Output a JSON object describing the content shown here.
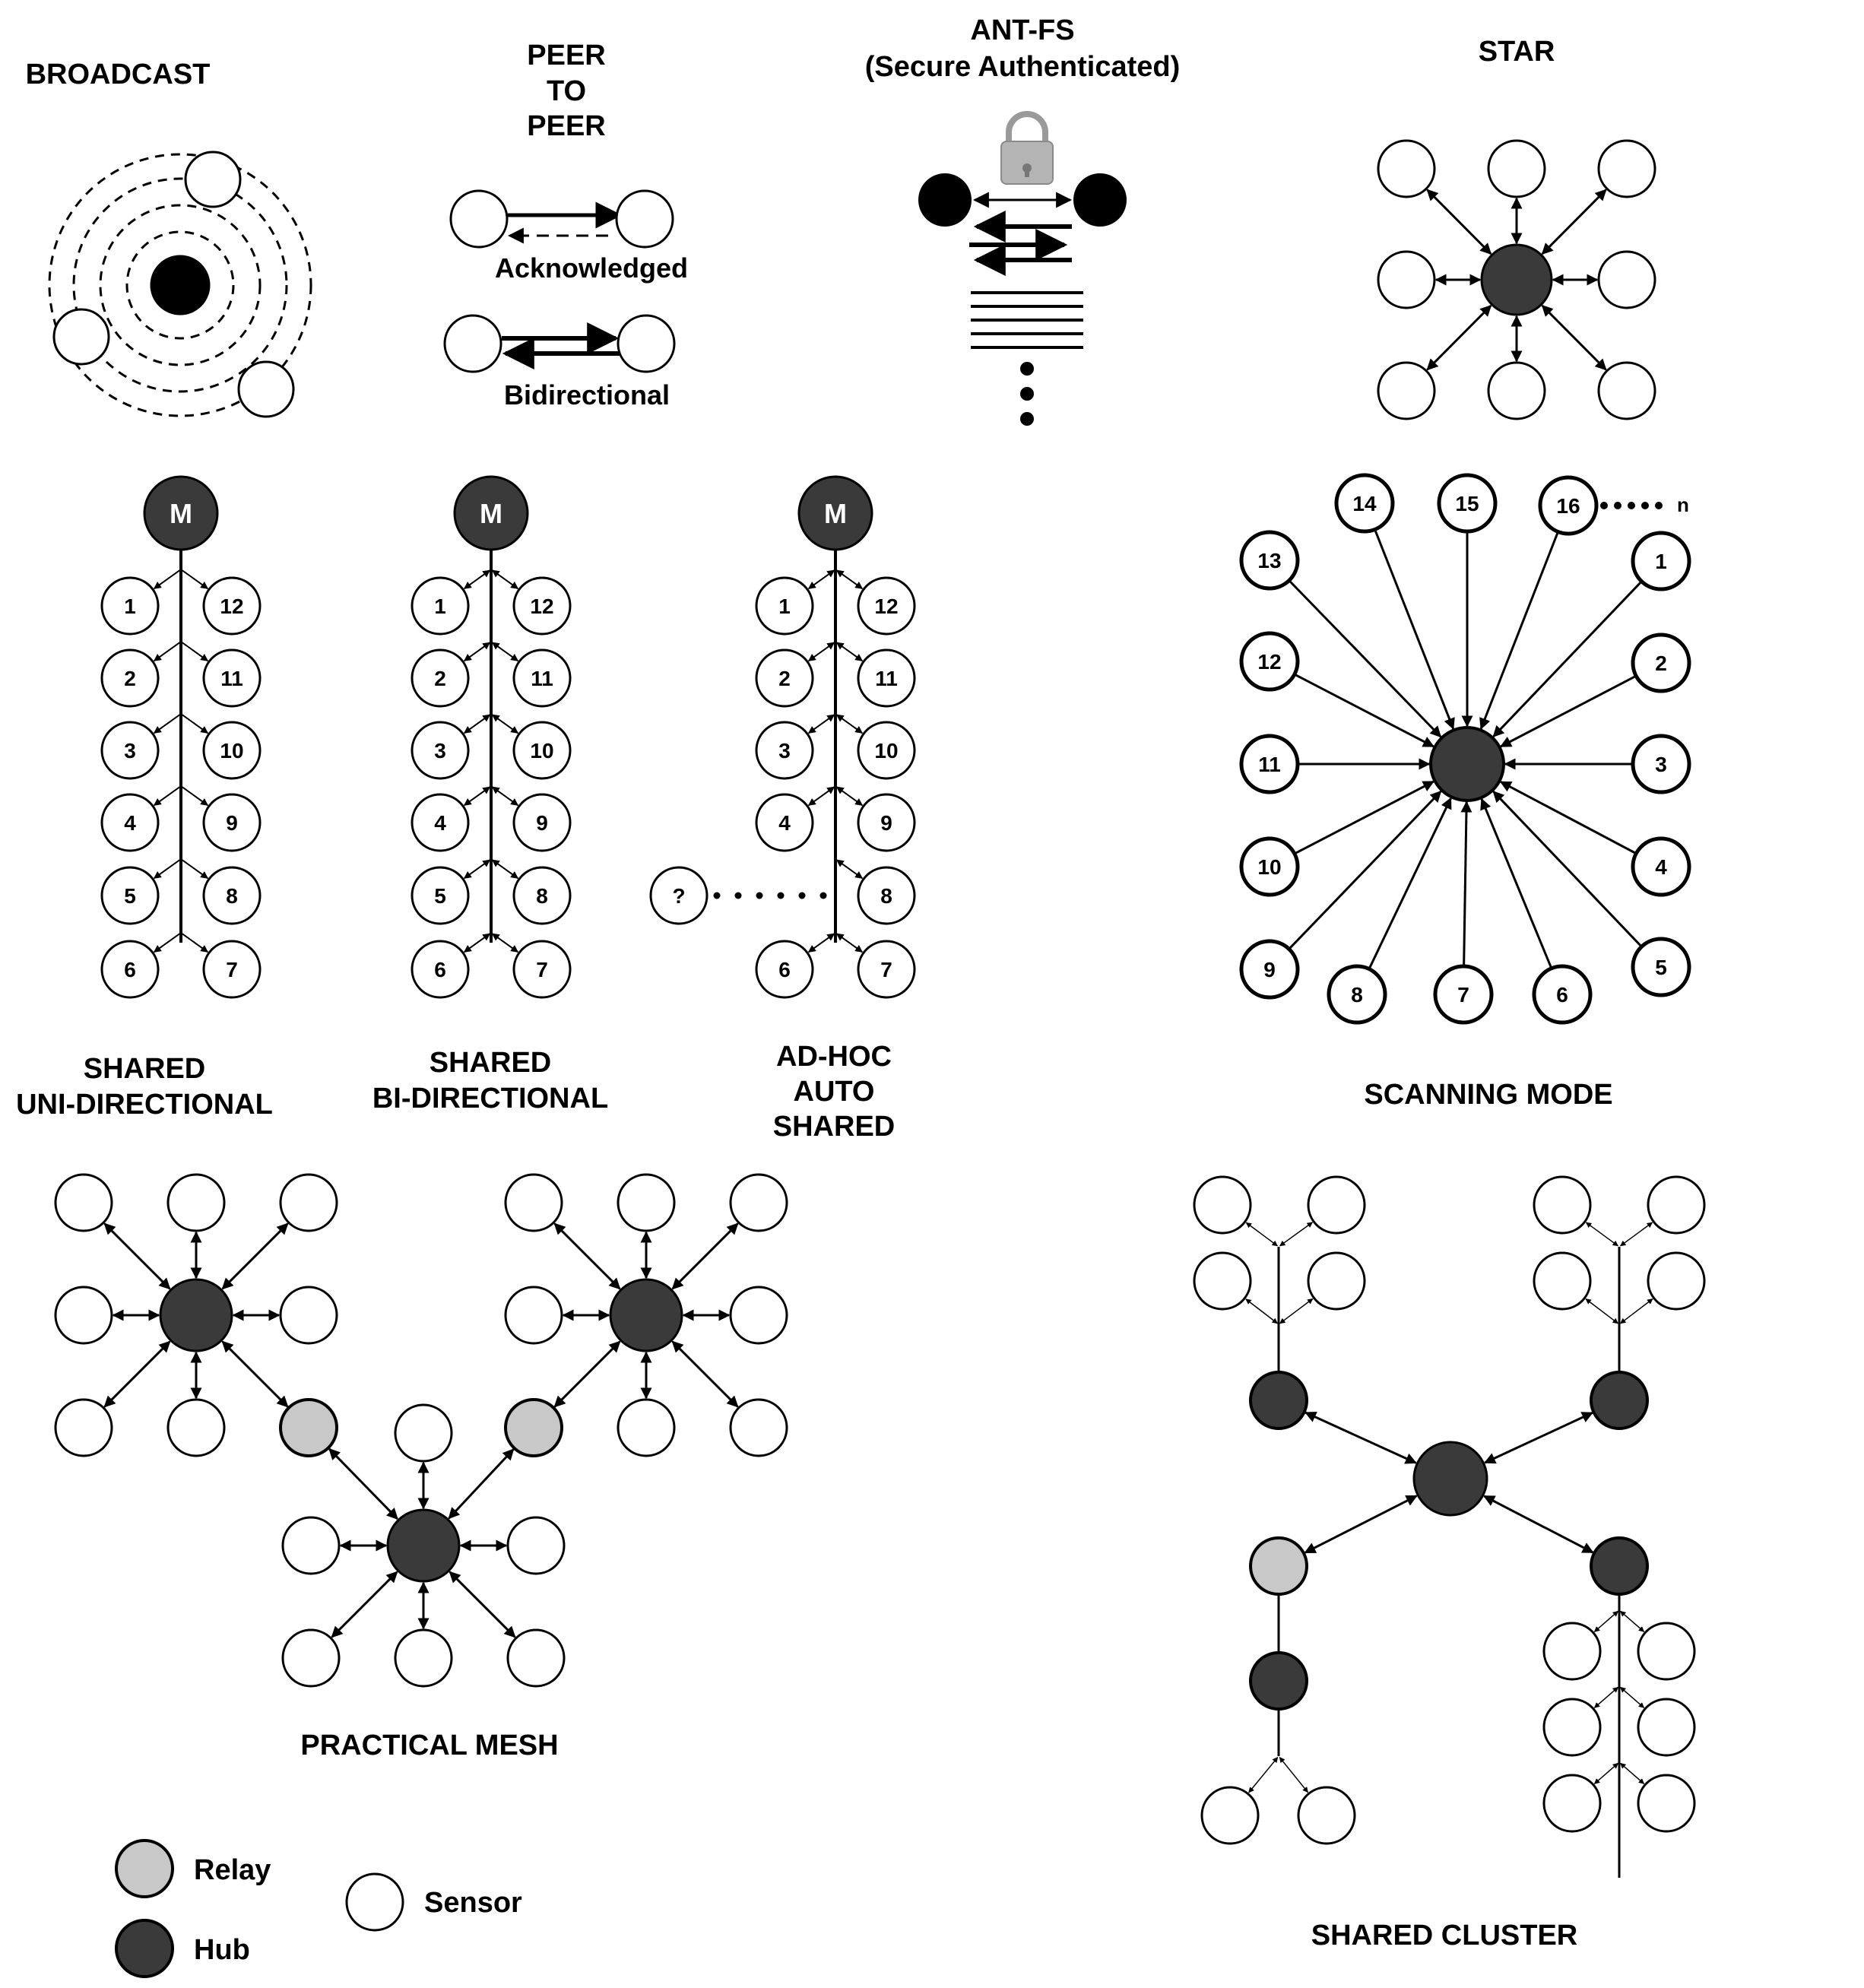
{
  "titles": {
    "broadcast": "BROADCAST",
    "peer_1": "PEER",
    "peer_2": "TO",
    "peer_3": "PEER",
    "antfs_1": "ANT-FS",
    "antfs_2": "(Secure Authenticated)",
    "star": "STAR",
    "shared_uni_1": "SHARED",
    "shared_uni_2": "UNI-DIRECTIONAL",
    "shared_bi_1": "SHARED",
    "shared_bi_2": "BI-DIRECTIONAL",
    "adhoc_1": "AD-HOC",
    "adhoc_2": "AUTO",
    "adhoc_3": "SHARED",
    "scanning": "SCANNING MODE",
    "mesh": "PRACTICAL MESH",
    "cluster": "SHARED CLUSTER"
  },
  "peer_labels": {
    "acknowledged": "Acknowledged",
    "bidirectional": "Bidirectional"
  },
  "node_labels": {
    "master": "M",
    "unknown": "?",
    "ellipsis": "n",
    "numbers": [
      "1",
      "2",
      "3",
      "4",
      "5",
      "6",
      "7",
      "8",
      "9",
      "10",
      "11",
      "12",
      "13",
      "14",
      "15",
      "16"
    ]
  },
  "legend": {
    "relay": "Relay",
    "hub": "Hub",
    "sensor": "Sensor"
  },
  "colors": {
    "hub": "#3a3a3a",
    "relay": "#c8c8c8",
    "sensor": "#ffffff",
    "line": "#000000",
    "lock": "#b4b4b4"
  }
}
